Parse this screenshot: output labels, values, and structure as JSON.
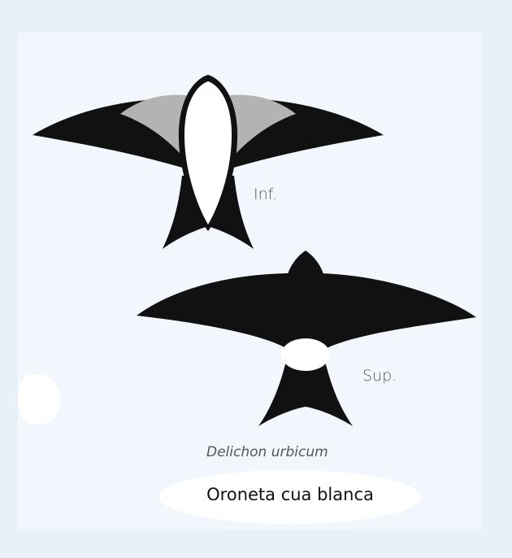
{
  "labels": {
    "underside": "Inf.",
    "upperside": "Sup.",
    "scientific_name": "Delichon urbicum",
    "common_name": "Oroneta cua blanca"
  },
  "colors": {
    "background": "#e9f1f8",
    "card": "#f1f7fd",
    "bird_dark": "#111111",
    "underwing_grey": "#b3b3b3",
    "white": "#ffffff"
  }
}
